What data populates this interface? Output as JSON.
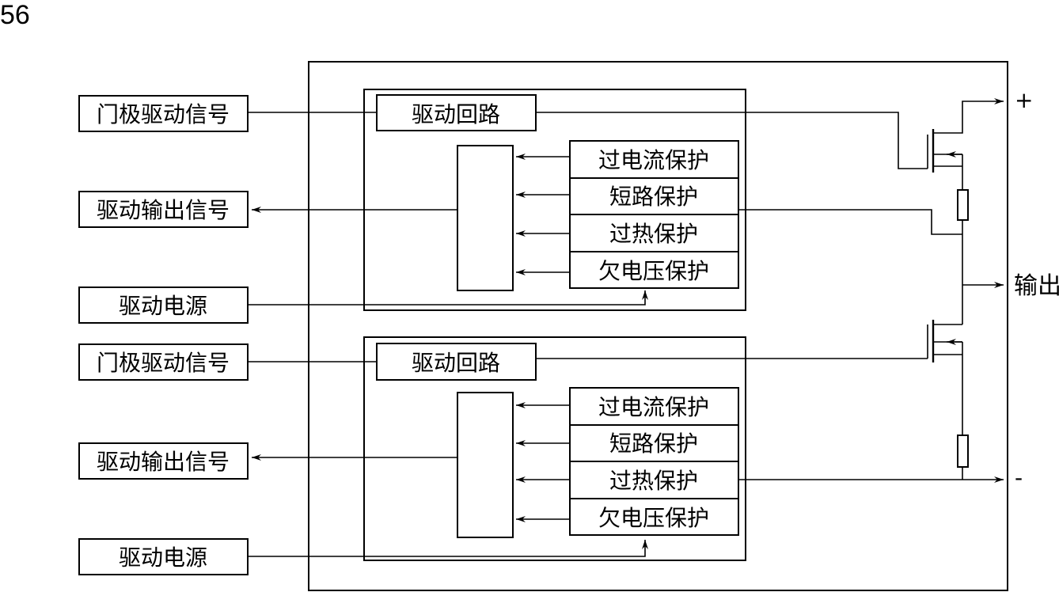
{
  "page_number": "56",
  "inputs": {
    "upper": {
      "gate_signal": "门极驱动信号",
      "drive_output_signal": "驱动输出信号",
      "drive_power": "驱动电源"
    },
    "lower": {
      "gate_signal": "门极驱动信号",
      "drive_output_signal": "驱动输出信号",
      "drive_power": "驱动电源"
    }
  },
  "upper_module": {
    "drive_circuit": "驱动回路",
    "protections": [
      "过电流保护",
      "短路保护",
      "过热保护",
      "欠电压保护"
    ]
  },
  "lower_module": {
    "drive_circuit": "驱动回路",
    "protections": [
      "过电流保护",
      "短路保护",
      "过热保护",
      "欠电压保护"
    ]
  },
  "terminals": {
    "plus": "+",
    "output": "输出",
    "minus": "-"
  }
}
